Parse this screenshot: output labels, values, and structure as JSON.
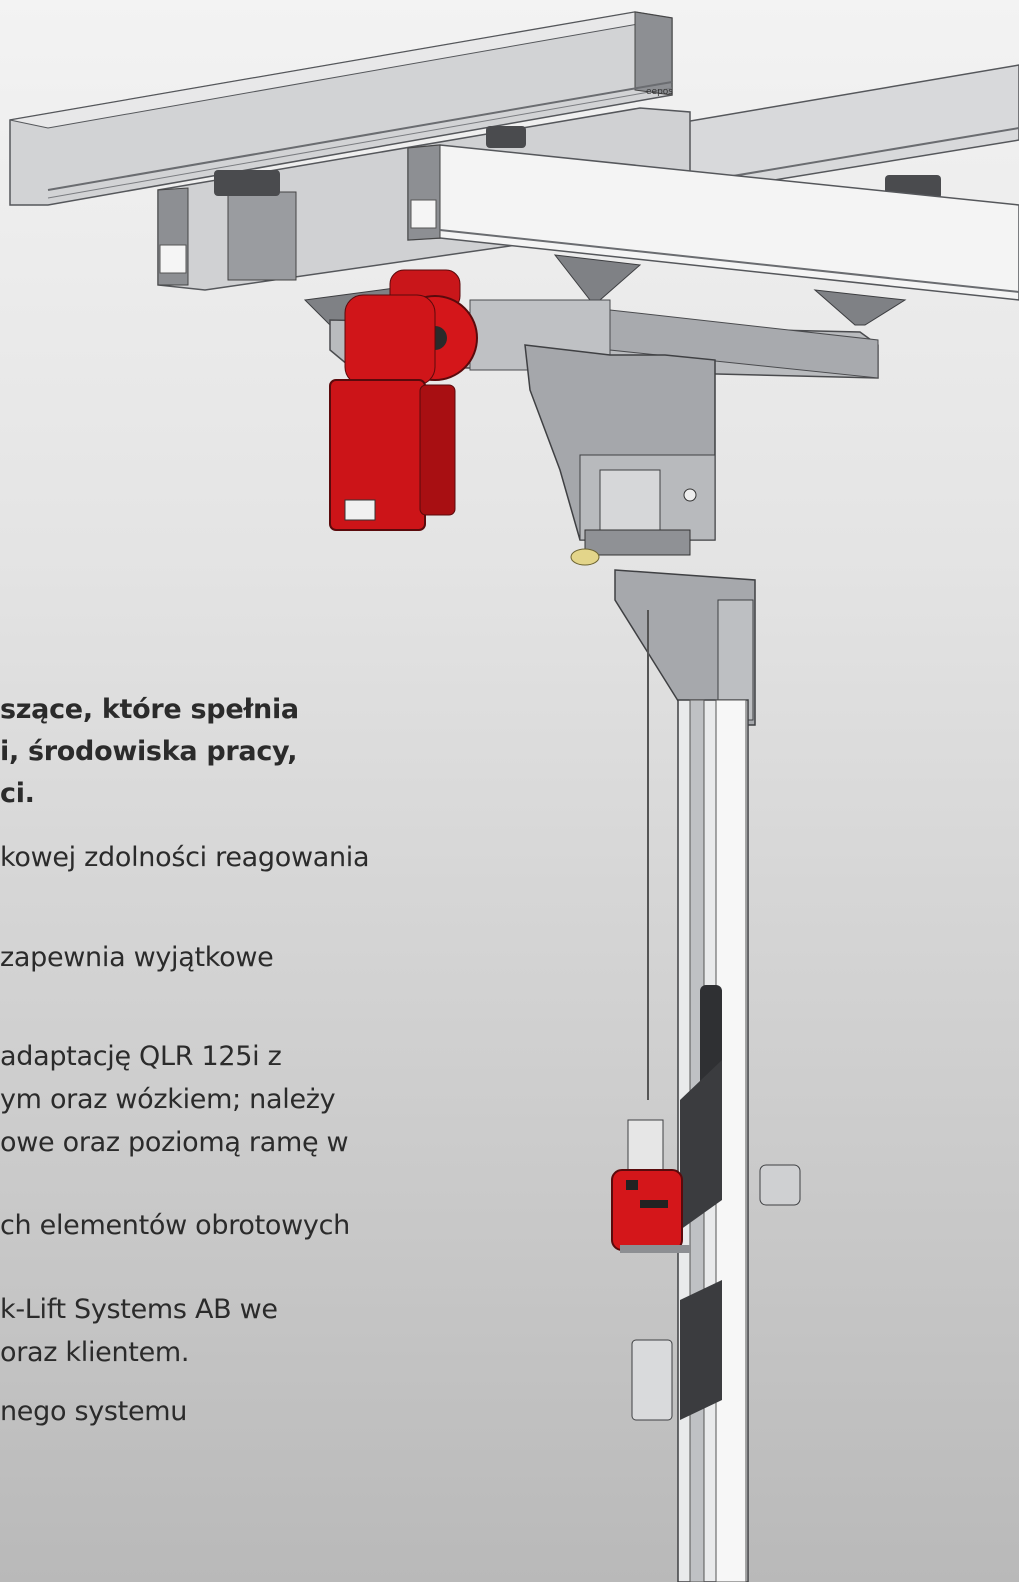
{
  "intro_lines": [
    "szące, które spełnia",
    "i, środowiska pracy,",
    "ci."
  ],
  "bullets": [
    [
      "kowej zdolności reagowania"
    ],
    [
      "zapewnia wyjątkowe"
    ],
    [
      "adaptację QLR 125i z",
      "ym oraz wózkiem; należy",
      "owe oraz poziomą ramę w"
    ],
    [
      "ch elementów obrotowych"
    ],
    [
      "k-Lift Systems AB we",
      "oraz klientem."
    ],
    [
      "nego systemu"
    ]
  ],
  "rail_logo": "eepos",
  "colors": {
    "rail": "#c9cacc",
    "rail_dark": "#8d8f93",
    "motor": "#d4161a",
    "steel": "#a7a9ad"
  }
}
